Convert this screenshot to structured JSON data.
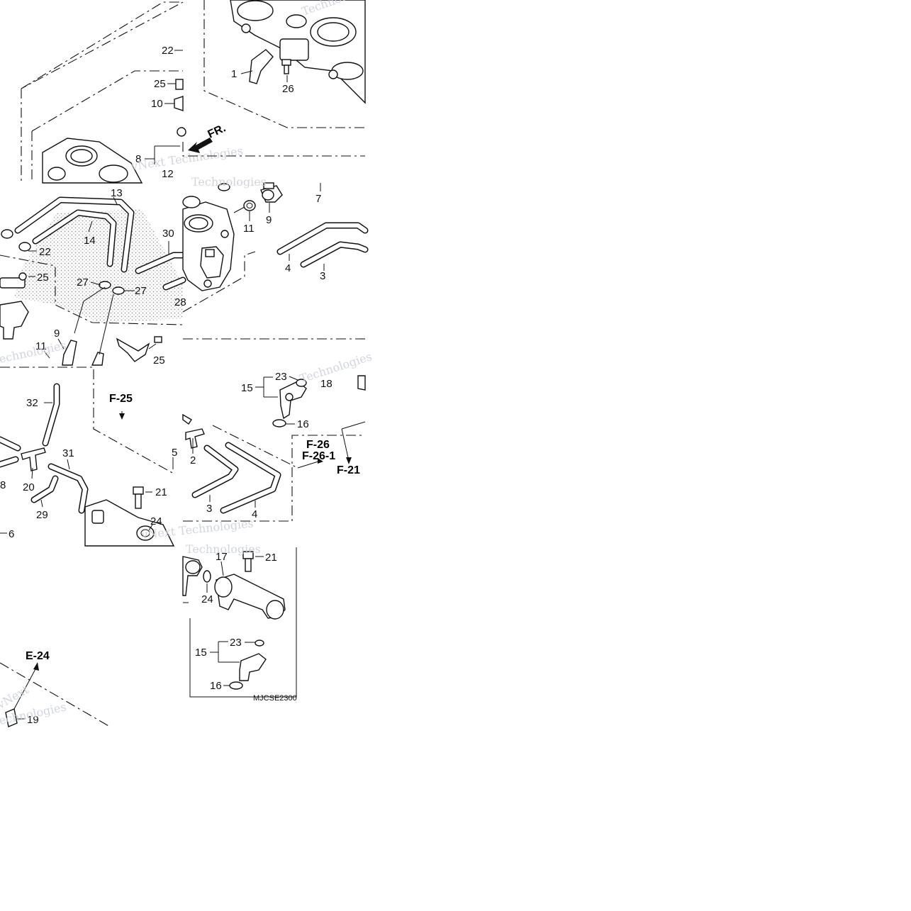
{
  "diagram": {
    "code": "MJCSE2300",
    "direction_label": "FR.",
    "refs": {
      "e24": "E-24",
      "f25": "F-25",
      "f26": "F-26",
      "f26_1": "F-26-1",
      "f21": "F-21"
    },
    "watermarks": [
      "vNext Technologies",
      "vNext",
      "Technologies",
      "echnologies"
    ],
    "callouts": {
      "n1": "1",
      "n2": "2",
      "n3": "3",
      "n4": "4",
      "n5": "5",
      "n6": "6",
      "n7": "7",
      "n8": "8",
      "n9": "9",
      "n10": "10",
      "n11": "11",
      "n12": "12",
      "n13": "13",
      "n14": "14",
      "n15": "15",
      "n16": "16",
      "n17": "17",
      "n18": "18",
      "n19": "19",
      "n20": "20",
      "n21": "21",
      "n22": "22",
      "n23": "23",
      "n24": "24",
      "n25": "25",
      "n26": "26",
      "n27": "27",
      "n28": "28",
      "n29": "29",
      "n30": "30",
      "n31": "31",
      "n32": "32"
    },
    "colors": {
      "ink": "#111111",
      "paper": "#ffffff",
      "watermark": "#c9ced8",
      "stipple": "#9a9a9a"
    }
  }
}
